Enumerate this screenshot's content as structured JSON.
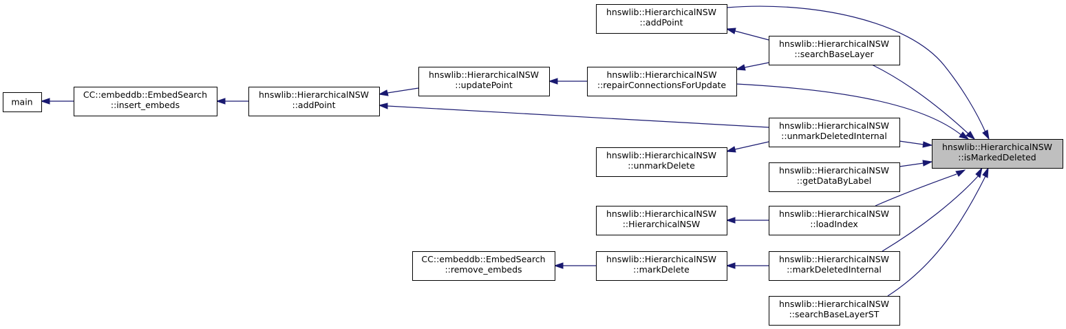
{
  "diagram": {
    "title": "",
    "focus_node": "isMarkedDeleted",
    "edge_color": "#191970",
    "focus_fill": "#bfbfbf",
    "nodes": {
      "main": {
        "lines": [
          "main"
        ]
      },
      "insert_embeds": {
        "lines": [
          "CC::embeddb::EmbedSearch",
          "::insert_embeds"
        ]
      },
      "addPoint_left": {
        "lines": [
          "hnswlib::HierarchicalNSW",
          "::addPoint"
        ]
      },
      "updatePoint": {
        "lines": [
          "hnswlib::HierarchicalNSW",
          "::updatePoint"
        ]
      },
      "addPoint_top": {
        "lines": [
          "hnswlib::HierarchicalNSW",
          "::addPoint"
        ]
      },
      "repairConnectionsForUpdate": {
        "lines": [
          "hnswlib::HierarchicalNSW",
          "::repairConnectionsForUpdate"
        ]
      },
      "searchBaseLayer": {
        "lines": [
          "hnswlib::HierarchicalNSW",
          "::searchBaseLayer"
        ]
      },
      "unmarkDeletedInternal": {
        "lines": [
          "hnswlib::HierarchicalNSW",
          "::unmarkDeletedInternal"
        ]
      },
      "unmarkDelete": {
        "lines": [
          "hnswlib::HierarchicalNSW",
          "::unmarkDelete"
        ]
      },
      "getDataByLabel": {
        "lines": [
          "hnswlib::HierarchicalNSW",
          "::getDataByLabel"
        ]
      },
      "HierarchicalNSW": {
        "lines": [
          "hnswlib::HierarchicalNSW",
          "::HierarchicalNSW"
        ]
      },
      "loadIndex": {
        "lines": [
          "hnswlib::HierarchicalNSW",
          "::loadIndex"
        ]
      },
      "remove_embeds": {
        "lines": [
          "CC::embeddb::EmbedSearch",
          "::remove_embeds"
        ]
      },
      "markDelete": {
        "lines": [
          "hnswlib::HierarchicalNSW",
          "::markDelete"
        ]
      },
      "markDeletedInternal": {
        "lines": [
          "hnswlib::HierarchicalNSW",
          "::markDeletedInternal"
        ]
      },
      "searchBaseLayerST": {
        "lines": [
          "hnswlib::HierarchicalNSW",
          "::searchBaseLayerST"
        ]
      },
      "isMarkedDeleted": {
        "lines": [
          "hnswlib::HierarchicalNSW",
          "::isMarkedDeleted"
        ]
      }
    },
    "edges": [
      {
        "from": "insert_embeds",
        "to": "main"
      },
      {
        "from": "addPoint_left",
        "to": "insert_embeds"
      },
      {
        "from": "updatePoint",
        "to": "addPoint_left"
      },
      {
        "from": "repairConnectionsForUpdate",
        "to": "updatePoint"
      },
      {
        "from": "searchBaseLayer",
        "to": "addPoint_top"
      },
      {
        "from": "searchBaseLayer",
        "to": "repairConnectionsForUpdate"
      },
      {
        "from": "unmarkDeletedInternal",
        "to": "addPoint_left"
      },
      {
        "from": "unmarkDeletedInternal",
        "to": "unmarkDelete"
      },
      {
        "from": "loadIndex",
        "to": "HierarchicalNSW"
      },
      {
        "from": "markDelete",
        "to": "remove_embeds"
      },
      {
        "from": "markDeletedInternal",
        "to": "markDelete"
      },
      {
        "from": "isMarkedDeleted",
        "to": "addPoint_top"
      },
      {
        "from": "isMarkedDeleted",
        "to": "searchBaseLayer"
      },
      {
        "from": "isMarkedDeleted",
        "to": "repairConnectionsForUpdate"
      },
      {
        "from": "isMarkedDeleted",
        "to": "unmarkDeletedInternal"
      },
      {
        "from": "isMarkedDeleted",
        "to": "getDataByLabel"
      },
      {
        "from": "isMarkedDeleted",
        "to": "loadIndex"
      },
      {
        "from": "isMarkedDeleted",
        "to": "markDeletedInternal"
      },
      {
        "from": "isMarkedDeleted",
        "to": "searchBaseLayerST"
      }
    ]
  }
}
